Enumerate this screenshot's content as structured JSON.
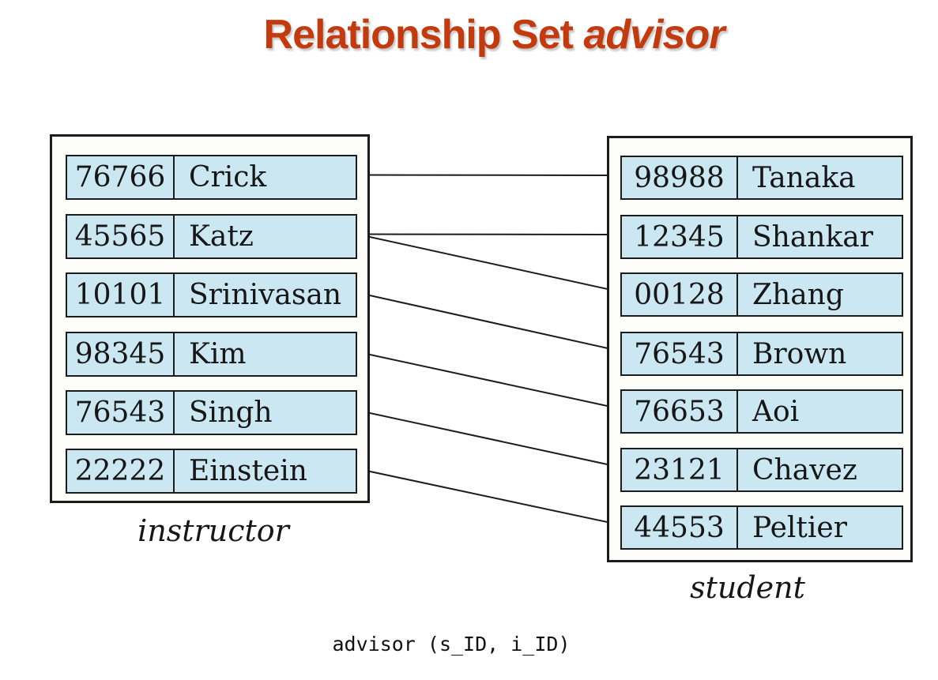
{
  "title": {
    "prefix": "Relationship Set",
    "emphasis": "advisor"
  },
  "colors": {
    "title_red": "#c43a0f",
    "cell_fill": "#cbe7f2",
    "border_dark": "#1c1c1c",
    "line_black": "#1c1c1c",
    "box_fill": "#fdfdf9"
  },
  "instructor": {
    "label": "instructor",
    "rows": [
      {
        "id": "76766",
        "name": "Crick"
      },
      {
        "id": "45565",
        "name": "Katz"
      },
      {
        "id": "10101",
        "name": "Srinivasan"
      },
      {
        "id": "98345",
        "name": "Kim"
      },
      {
        "id": "76543",
        "name": "Singh"
      },
      {
        "id": "22222",
        "name": "Einstein"
      }
    ]
  },
  "student": {
    "label": "student",
    "rows": [
      {
        "id": "98988",
        "name": "Tanaka"
      },
      {
        "id": "12345",
        "name": "Shankar"
      },
      {
        "id": "00128",
        "name": "Zhang"
      },
      {
        "id": "76543",
        "name": "Brown"
      },
      {
        "id": "76653",
        "name": "Aoi"
      },
      {
        "id": "23121",
        "name": "Chavez"
      },
      {
        "id": "44553",
        "name": "Peltier"
      }
    ]
  },
  "connections": [
    {
      "instructor_id": "76766",
      "student_id": "98988"
    },
    {
      "instructor_id": "45565",
      "student_id": "12345"
    },
    {
      "instructor_id": "45565",
      "student_id": "00128"
    },
    {
      "instructor_id": "10101",
      "student_id": "76543"
    },
    {
      "instructor_id": "98345",
      "student_id": "76653"
    },
    {
      "instructor_id": "76543",
      "student_id": "23121"
    },
    {
      "instructor_id": "22222",
      "student_id": "44553"
    }
  ],
  "caption": "advisor (s_ID, i_ID)"
}
